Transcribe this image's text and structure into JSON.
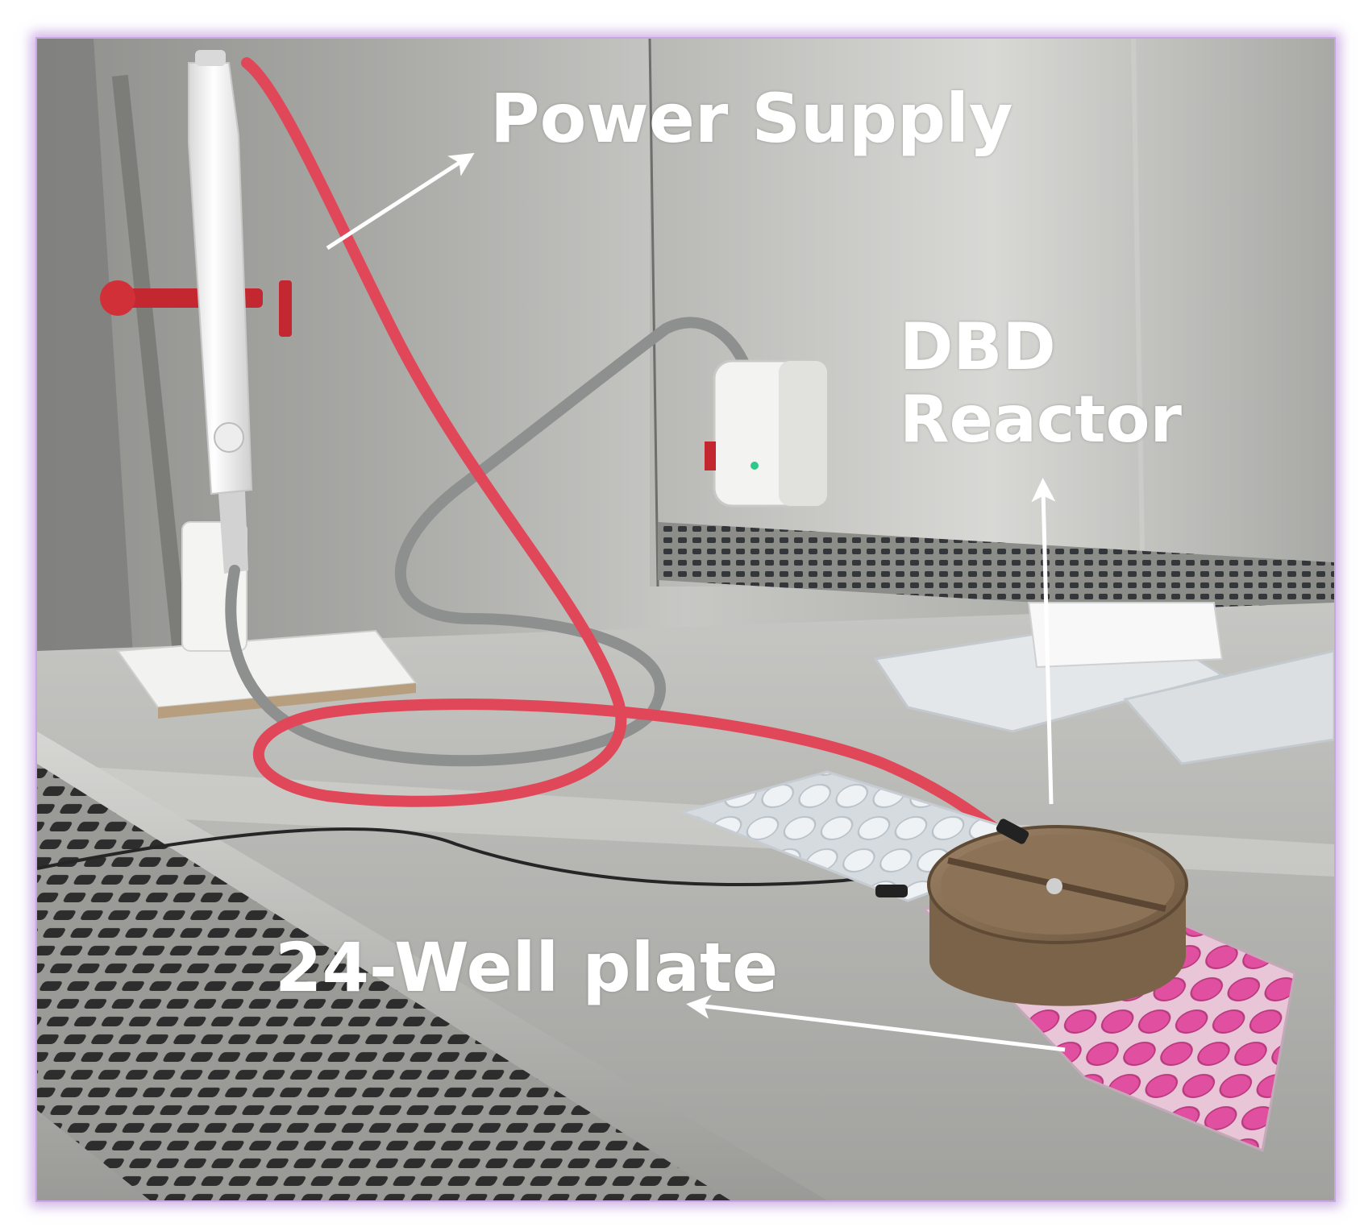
{
  "figure": {
    "labels": {
      "power_supply": "Power Supply",
      "dbd_line1": "DBD",
      "dbd_line2": "Reactor",
      "well_plate": "24-Well plate"
    },
    "colors": {
      "frame_glow": "#c9a6e3",
      "steel": "#b9b9b6",
      "red_cable": "#e0485a",
      "gray_cable": "#8e8f8f",
      "reactor_brown": "#8a7055",
      "pink_medium": "#e04fa0",
      "label_text": "#ffffff"
    }
  }
}
